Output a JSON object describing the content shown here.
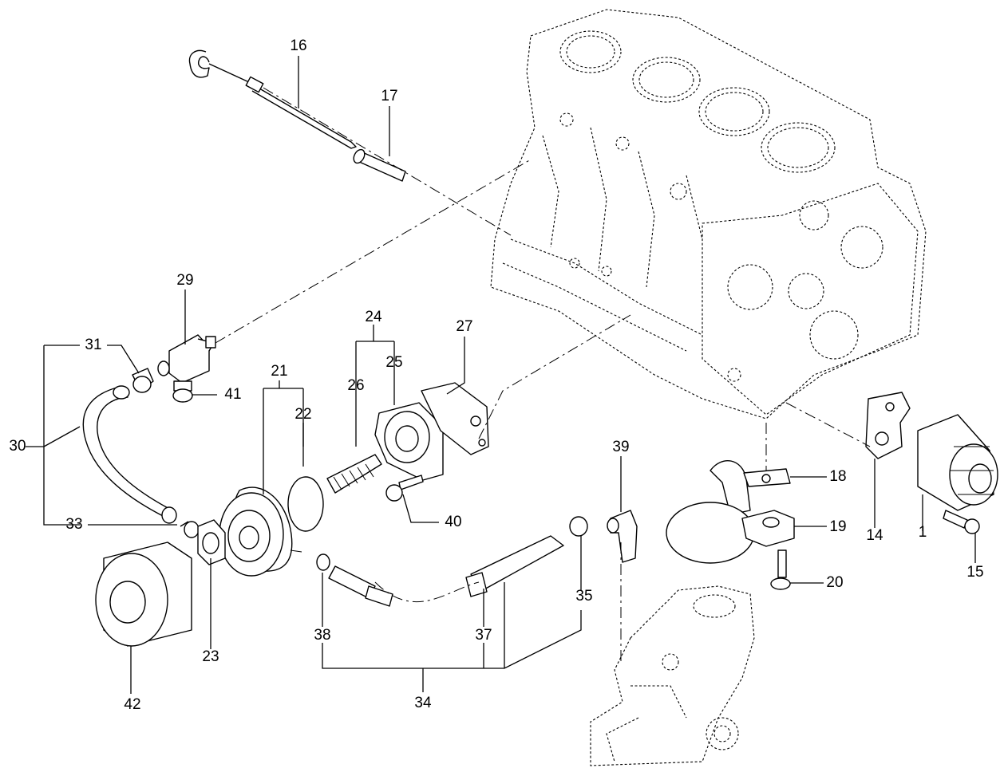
{
  "diagram": {
    "callouts": [
      "1",
      "14",
      "15",
      "16",
      "17",
      "18",
      "19",
      "20",
      "21",
      "22",
      "23",
      "24",
      "25",
      "26",
      "27",
      "29",
      "30",
      "31",
      "33",
      "34",
      "35",
      "37",
      "38",
      "39",
      "40",
      "41",
      "42"
    ]
  }
}
